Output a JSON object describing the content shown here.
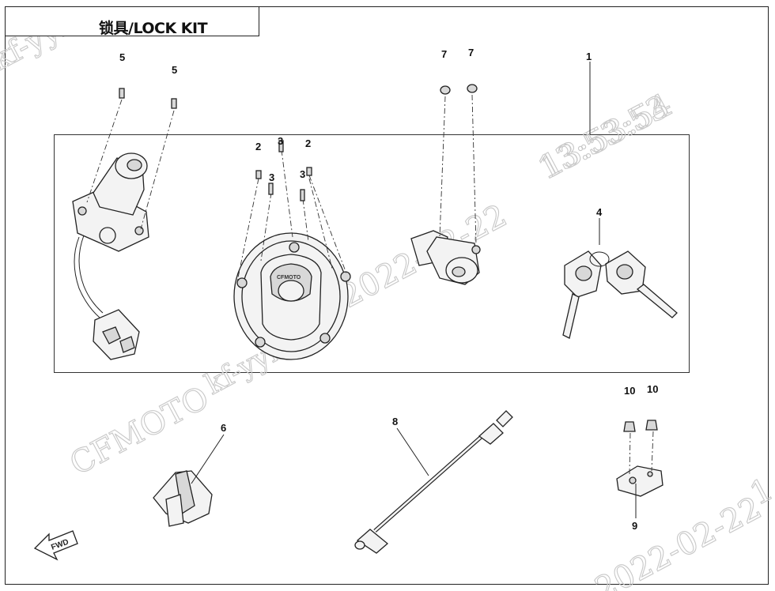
{
  "title": "锁具/LOCK KIT",
  "watermarks": {
    "brand": "CFMOTO",
    "user": "kf-yyb",
    "date": "2022-02-22",
    "time": "13:53:53",
    "time_overlap": "13:53:54"
  },
  "fwd_label": "FWD",
  "callouts": {
    "n1": "1",
    "n2a": "2",
    "n2b": "2",
    "n3a": "3",
    "n3b": "3",
    "n3c": "3",
    "n4": "4",
    "n5a": "5",
    "n5b": "5",
    "n6": "6",
    "n7a": "7",
    "n7b": "7",
    "n8": "8",
    "n9": "9",
    "n10a": "10",
    "n10b": "10"
  },
  "colors": {
    "line": "#222222",
    "watermark": "#c8c8c8"
  }
}
